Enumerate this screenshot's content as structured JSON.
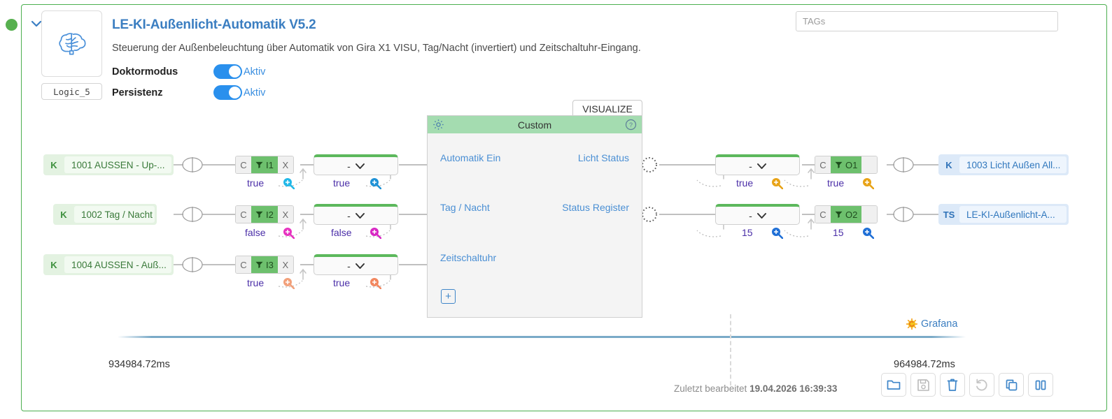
{
  "header": {
    "status": "online",
    "title": "LE-KI-Außenlicht-Automatik V5.2",
    "description": "Steuerung der Außenbeleuchtung über Automatik von Gira X1 VISU, Tag/Nacht (invertiert) und Zeitschaltuhr-Eingang.",
    "logic_id": "Logic_5",
    "icon": "brain-icon",
    "collapse_icon": "chevron-down-icon",
    "toggles": [
      {
        "label": "Doktormodus",
        "state_label": "Aktiv",
        "on": true
      },
      {
        "label": "Persistenz",
        "state_label": "Aktiv",
        "on": true
      }
    ],
    "tags_placeholder": "TAGs",
    "tags_value": ""
  },
  "colors": {
    "accent_blue": "#3b7ec1",
    "toggle_on": "#2a90ed",
    "border_green": "#4caf50",
    "node_green": "#6dc06d",
    "custom_header_green": "#a4dcb0",
    "value_purple": "#4b2fa8",
    "timeline_blue": "#7aaac8"
  },
  "inputs": [
    {
      "tag": "K",
      "name": "1001 AUSSEN - Up-...",
      "pill": {
        "left": "C",
        "port": "I1",
        "right": "X",
        "filter_icon": "funnel-icon"
      },
      "pill_value": "true",
      "pill_mag_color": "#21b8e8",
      "dd_value": "-",
      "dd_below_value": "true",
      "dd_mag_color": "#1f92d6"
    },
    {
      "tag": "K",
      "name": "1002 Tag / Nacht",
      "pill": {
        "left": "C",
        "port": "I2",
        "right": "X",
        "filter_icon": "funnel-icon"
      },
      "pill_value": "false",
      "pill_mag_color": "#e733c0",
      "dd_value": "-",
      "dd_below_value": "false",
      "dd_mag_color": "#d827c4"
    },
    {
      "tag": "K",
      "name": "1004 AUSSEN - Auß...",
      "pill": {
        "left": "C",
        "port": "I3",
        "right": "X",
        "filter_icon": "funnel-icon"
      },
      "pill_value": "true",
      "pill_mag_color": "#f2a07a",
      "dd_value": "-",
      "dd_below_value": "true",
      "dd_mag_color": "#f2875f"
    }
  ],
  "custom_block": {
    "title": "Custom",
    "gear_icon": "gear-icon",
    "help_icon": "help-circle-icon",
    "visualize_tab": "VISUALIZE",
    "add_button": "+",
    "inputs": [
      "Automatik Ein",
      "Tag / Nacht",
      "Zeitschaltuhr"
    ],
    "outputs": [
      "Licht Status",
      "Status Register"
    ]
  },
  "outputs": [
    {
      "dd_value": "-",
      "dd_below_value": "true",
      "dd_mag_color": "#e8a317",
      "pill": {
        "left": "C",
        "port": "O1",
        "filter_icon": "funnel-icon"
      },
      "pill_value": "true",
      "pill_mag_color": "#e8a317",
      "tag": "K",
      "name": "1003 Licht Außen All..."
    },
    {
      "dd_value": "-",
      "dd_below_value": "15",
      "dd_mag_color": "#1f6fd6",
      "pill": {
        "left": "C",
        "port": "O2",
        "filter_icon": "funnel-icon"
      },
      "pill_value": "15",
      "pill_mag_color": "#1f6fd6",
      "tag": "TS",
      "name": "LE-KI-Außenlicht-A..."
    }
  ],
  "footer": {
    "time_left": "934984.72ms",
    "time_right": "964984.72ms",
    "grafana_label": "Grafana",
    "grafana_icon": "grafana-icon",
    "edited_prefix": "Zuletzt bearbeitet",
    "edited_timestamp": "19.04.2026 16:39:33",
    "buttons": [
      {
        "name": "open-folder-button",
        "icon": "folder-icon",
        "enabled": true
      },
      {
        "name": "save-button",
        "icon": "floppy-disk-icon",
        "enabled": false
      },
      {
        "name": "delete-button",
        "icon": "trash-icon",
        "enabled": true
      },
      {
        "name": "undo-button",
        "icon": "undo-icon",
        "enabled": false
      },
      {
        "name": "copy-button",
        "icon": "copy-icon",
        "enabled": true
      },
      {
        "name": "pause-button",
        "icon": "pause-icon",
        "enabled": true
      }
    ]
  }
}
